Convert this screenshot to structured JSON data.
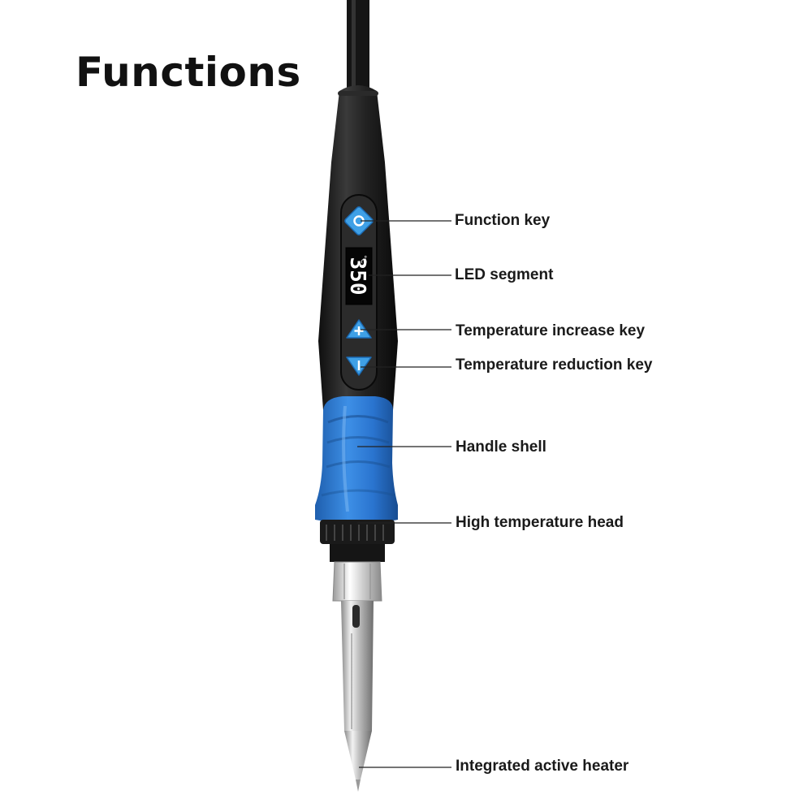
{
  "title": "Functions",
  "display_reading": "350",
  "display_unit": "°C",
  "callouts": {
    "function_key": "Function key",
    "led_segment": "LED segment",
    "temp_increase": "Temperature increase key",
    "temp_reduction": "Temperature reduction key",
    "handle_shell": "Handle shell",
    "high_temp_head": "High temperature head",
    "heater": "Integrated active heater"
  },
  "colors": {
    "handle_black": "#1c1c1c",
    "grip_blue": "#2f7fd6",
    "key_blue": "#3fa0e6",
    "metal": "#c8c8c8"
  }
}
